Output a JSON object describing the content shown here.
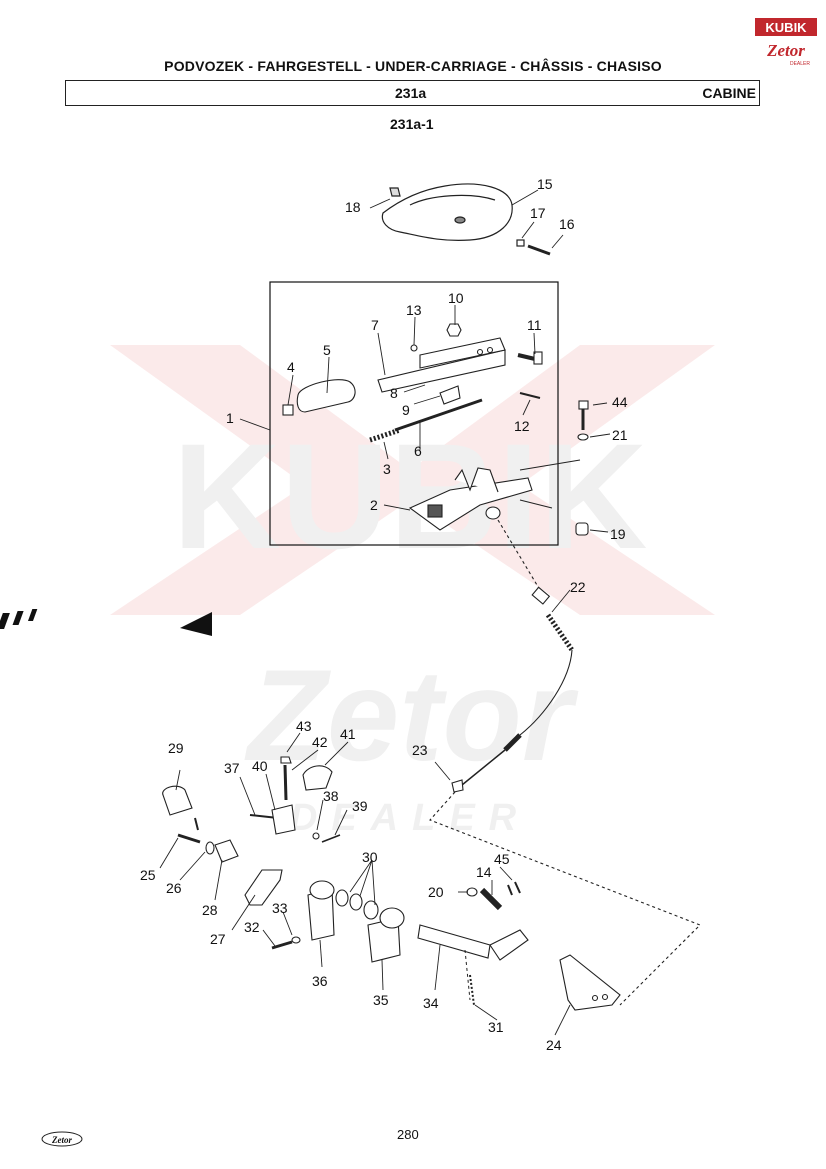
{
  "header": {
    "title": "PODVOZEK - FAHRGESTELL - UNDER-CARRIAGE - CHÂSSIS - CHASISO",
    "section_code": "231a",
    "section_name": "CABINE",
    "figure_code": "231a-1"
  },
  "logo": {
    "brand_top": "KUBIK",
    "brand_bottom": "Zetor",
    "dealer": "DEALER"
  },
  "watermark": {
    "line1": "KUBIK",
    "line2": "Zetor",
    "line3": "DEALER"
  },
  "callouts": [
    "1",
    "2",
    "3",
    "4",
    "5",
    "6",
    "7",
    "8",
    "9",
    "10",
    "11",
    "12",
    "13",
    "14",
    "15",
    "16",
    "17",
    "18",
    "19",
    "20",
    "21",
    "22",
    "23",
    "24",
    "25",
    "26",
    "27",
    "28",
    "29",
    "30",
    "31",
    "32",
    "33",
    "34",
    "35",
    "36",
    "37",
    "38",
    "39",
    "40",
    "41",
    "42",
    "43",
    "44",
    "45"
  ],
  "footer": {
    "page_number": "280",
    "logo_text": "Zetor"
  }
}
